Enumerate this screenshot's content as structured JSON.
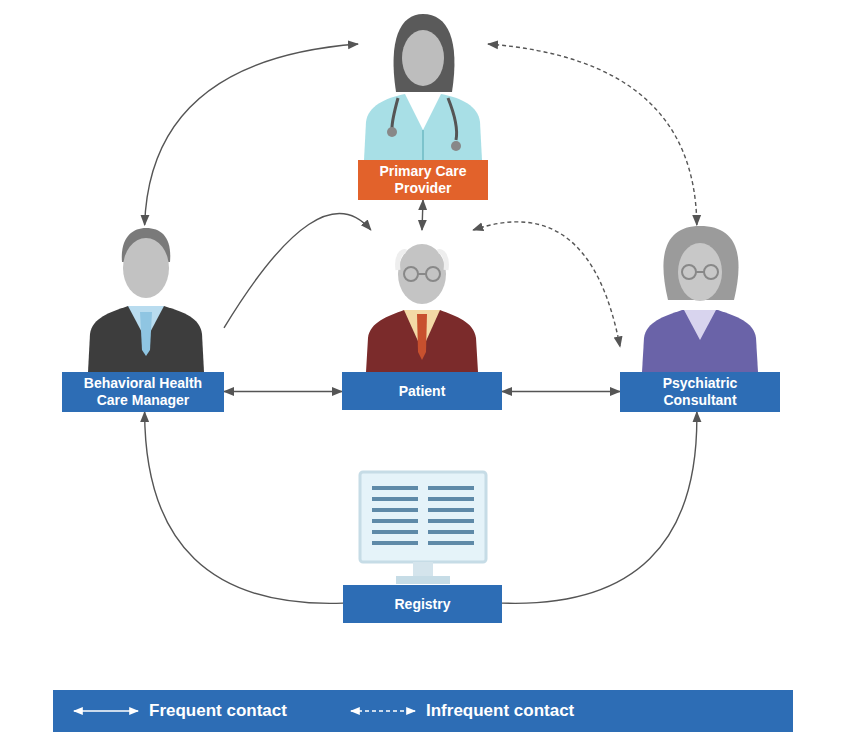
{
  "diagram": {
    "nodes": [
      {
        "text": [
          "Primary Care Provider"
        ]
      },
      {
        "text": [
          "Behavioral Health Care Manager"
        ]
      },
      {
        "text": [
          "Patient"
        ]
      },
      {
        "text": [
          "Psychiatric Consultant"
        ]
      },
      {
        "text": [
          "Registry"
        ]
      }
    ],
    "edges": [
      {
        "from": 0,
        "to": 1,
        "arrow": "both"
      },
      {
        "from": 0,
        "to": 3,
        "arrow": "both"
      },
      {
        "from": 0,
        "to": 2,
        "arrow": "both"
      },
      {
        "from": 1,
        "to": 2,
        "arrow": "both"
      },
      {
        "from": 1,
        "to": 2,
        "arrow": "to"
      },
      {
        "from": 2,
        "to": 3,
        "arrow": "both"
      },
      {
        "from": 2,
        "to": 3,
        "arrow": "both"
      },
      {
        "from": 4,
        "to": 1,
        "arrow": "to"
      },
      {
        "from": 4,
        "to": 3,
        "arrow": "to"
      }
    ],
    "legend": [
      {
        "text": "Frequent contact"
      },
      {
        "text": "Infrequent contact"
      }
    ]
  }
}
